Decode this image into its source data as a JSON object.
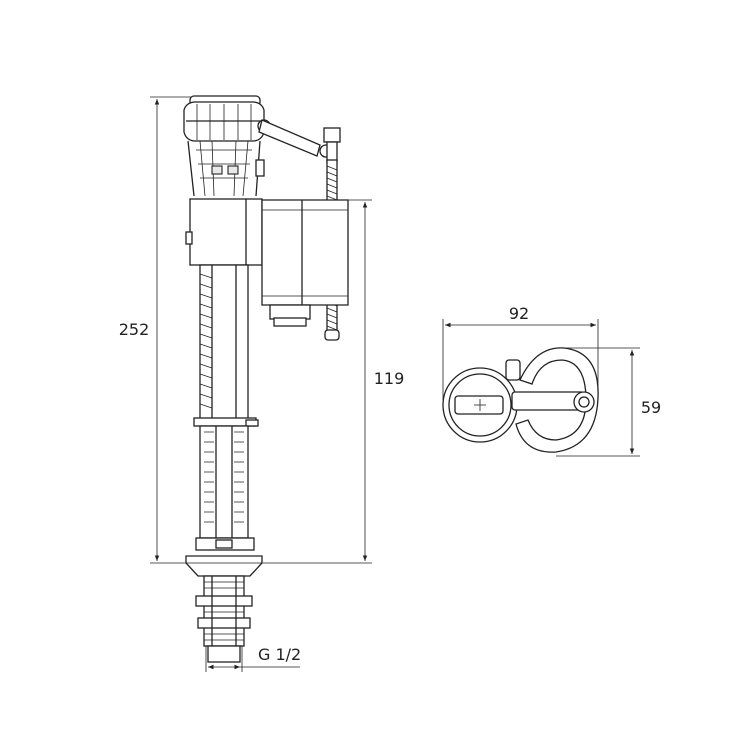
{
  "dimensions": {
    "total_height": "252",
    "float_height": "119",
    "top_view_width": "92",
    "top_view_depth": "59",
    "thread": "G 1/2"
  }
}
